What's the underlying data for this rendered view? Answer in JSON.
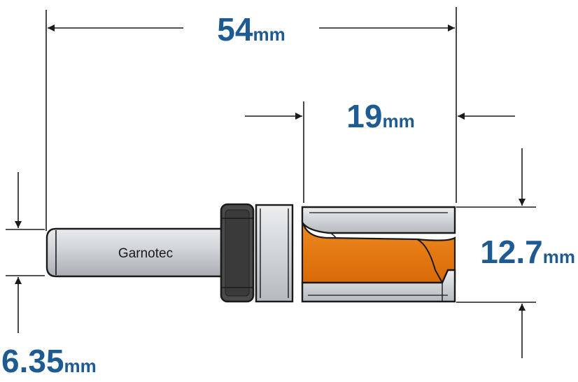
{
  "brand": "Garnotec",
  "dimensions": {
    "overall_length": {
      "value": "54",
      "unit": "mm"
    },
    "cutting_length": {
      "value": "19",
      "unit": "mm"
    },
    "cutting_diameter": {
      "value": "12.7",
      "unit": "mm"
    },
    "shank_diameter": {
      "value": "6.35",
      "unit": "mm"
    }
  },
  "colors": {
    "dimension_text": "#1f5b93",
    "cutter_body": "#e8780f",
    "bearing": "#4a4a4a",
    "shank": "#cfd3d7",
    "outline": "#1a1a1a"
  }
}
